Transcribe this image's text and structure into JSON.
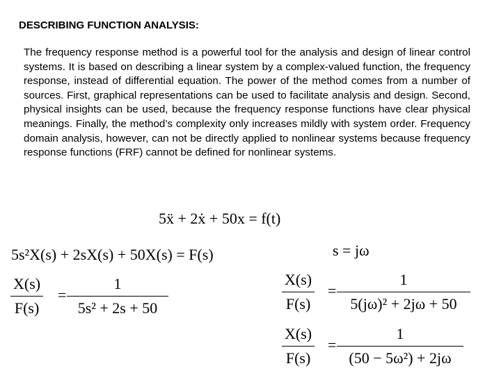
{
  "heading": "DESCRIBING FUNCTION ANALYSIS:",
  "paragraph": "The frequency response method is a powerful tool for the analysis and design of linear control systems. It is based on describing a linear system by a complex-valued function, the frequency response, instead of differential equation. The power of the method comes from a number of sources. First, graphical representations can be used to facilitate analysis and design. Second, physical insights can be used, because the frequency response functions have clear physical meanings. Finally, the method’s complexity only increases mildly with system order. Frequency domain analysis, however, can not be directly applied to nonlinear systems because frequency response functions (FRF) cannot be defined for nonlinear systems.",
  "equations": {
    "ode": "5ẍ + 2ẋ + 50x = f(t)",
    "laplace": "5s²X(s) + 2sX(s) + 50X(s) = F(s)",
    "tf1_lhs_num": "X(s)",
    "tf1_lhs_den": "F(s)",
    "tf1_num": "1",
    "tf1_den": "5s² + 2s + 50",
    "subst": "s = jω",
    "tf2_lhs_num": "X(s)",
    "tf2_lhs_den": "F(s)",
    "tf2_num": "1",
    "tf2_den": "5(jω)² + 2jω + 50",
    "tf3_lhs_num": "X(s)",
    "tf3_lhs_den": "F(s)",
    "tf3_num": "1",
    "tf3_den": "(50 − 5ω²) + 2jω",
    "equals": "="
  }
}
